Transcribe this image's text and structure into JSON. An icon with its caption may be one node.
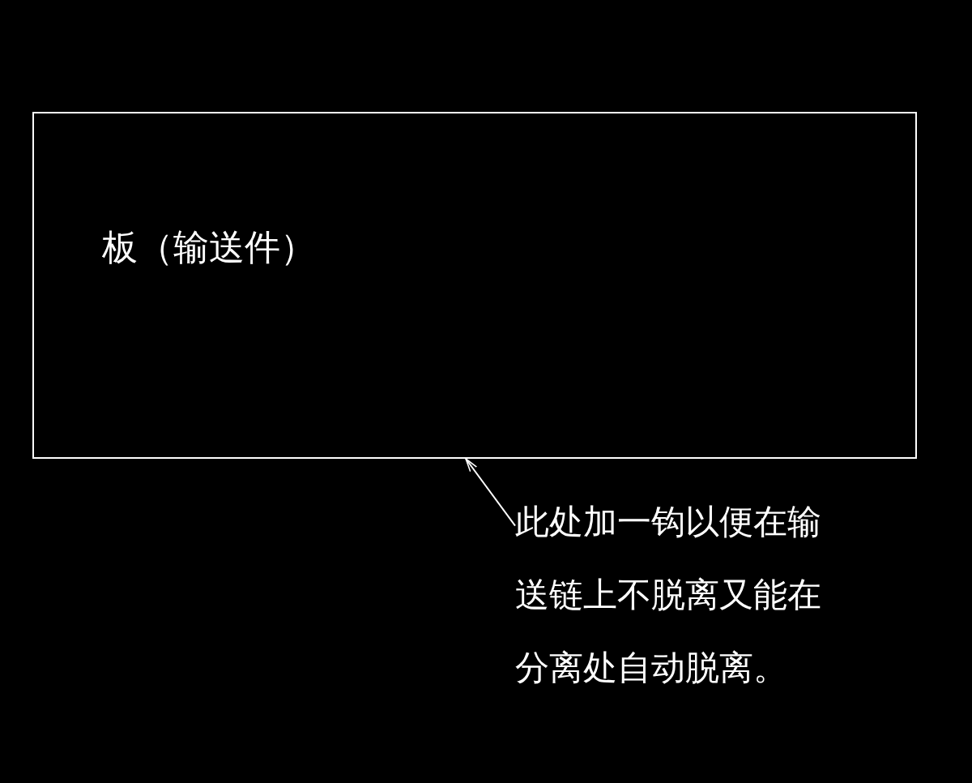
{
  "diagram": {
    "nodes": [
      {
        "text": [
          "板（输送件）"
        ]
      },
      {
        "text": [
          "此处加一钩以便在输送链上不脱离又能在分离处自动脱离。"
        ]
      }
    ],
    "edges": [
      {
        "from": 1,
        "to": 0,
        "arrow": "to"
      }
    ]
  }
}
